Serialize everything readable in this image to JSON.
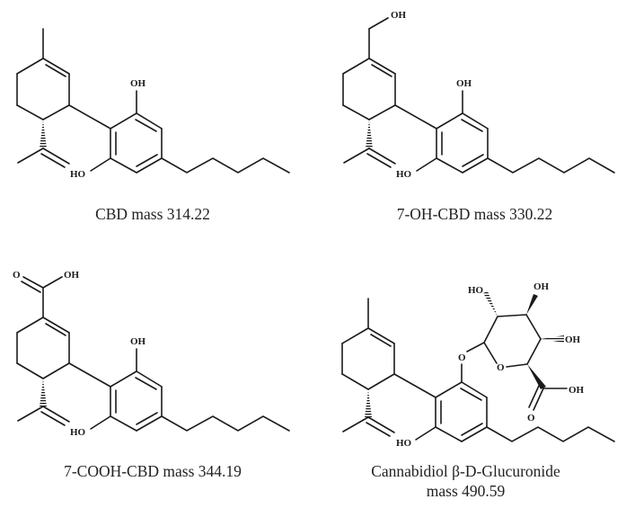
{
  "figure": {
    "panels": [
      {
        "id": "cbd",
        "name": "CBD",
        "caption": "CBD mass 314.22",
        "mass": 314.22,
        "atom_labels": {
          "oh_top": "OH",
          "ho_bottom": "HO"
        }
      },
      {
        "id": "7-oh-cbd",
        "name": "7-OH-CBD",
        "caption": "7-OH-CBD mass 330.22",
        "mass": 330.22,
        "atom_labels": {
          "oh_side": "OH",
          "oh_top": "OH",
          "ho_bottom": "HO"
        }
      },
      {
        "id": "7-cooh-cbd",
        "name": "7-COOH-CBD",
        "caption": "7-COOH-CBD mass 344.19",
        "mass": 344.19,
        "atom_labels": {
          "carbonyl_o": "O",
          "acid_oh": "OH",
          "oh_top": "OH",
          "ho_bottom": "HO"
        }
      },
      {
        "id": "cbd-glucuronide",
        "name": "Cannabidiol β-D-Glucuronide",
        "caption_line1": "Cannabidiol β-D-Glucuronide",
        "caption_line2": "mass 490.59",
        "mass": 490.59,
        "atom_labels": {
          "ho_sugar": "HO",
          "oh_sugar_top": "OH",
          "oh_sugar_right": "OH",
          "glycosidic_o": "O",
          "ring_o": "O",
          "acid_oh": "OH",
          "carbonyl_o": "O",
          "ho_bottom": "HO"
        }
      }
    ]
  }
}
